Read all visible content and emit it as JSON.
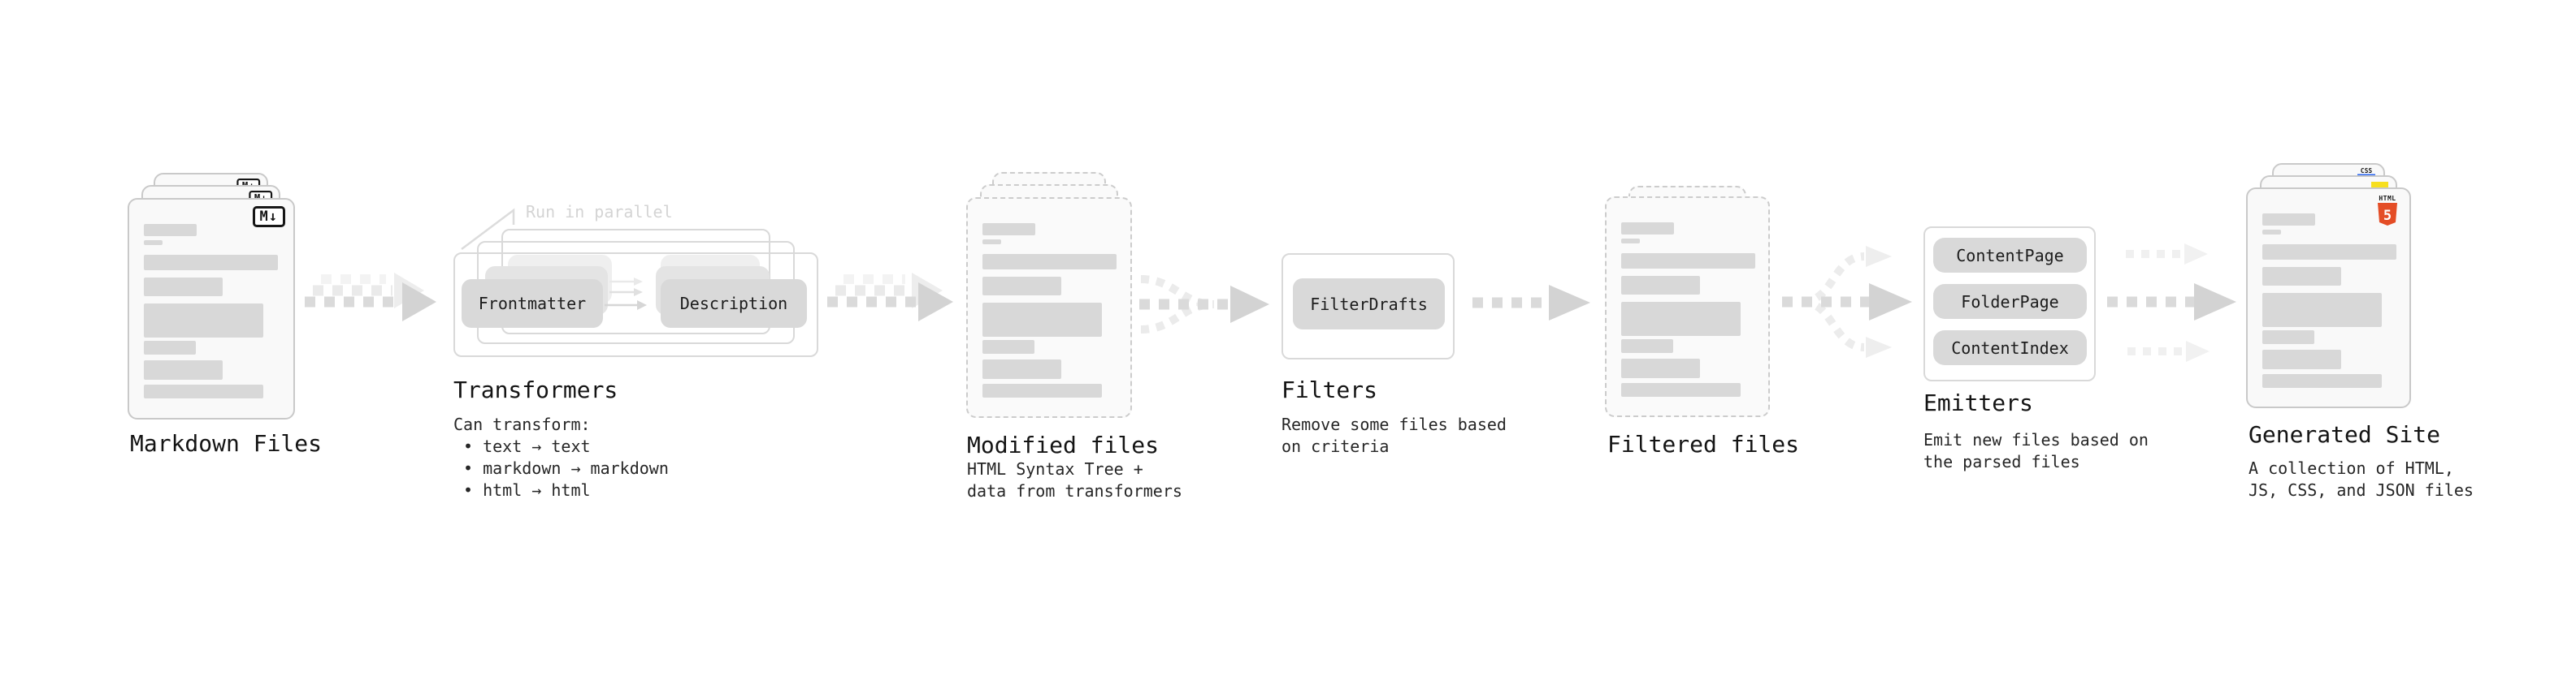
{
  "stages": {
    "markdown": {
      "title": "Markdown Files",
      "badge": "M↓"
    },
    "transformers": {
      "title": "Transformers",
      "annotation": "Run in parallel",
      "box1": "Frontmatter",
      "box2": "Description",
      "desc_heading": "Can transform:",
      "bullets": [
        "• text → text",
        "• markdown → markdown",
        "• html → html"
      ]
    },
    "modified": {
      "title": "Modified files",
      "desc": [
        "HTML Syntax Tree +",
        "data from transformers"
      ]
    },
    "filters": {
      "title": "Filters",
      "box1": "FilterDrafts",
      "desc": [
        "Remove some files based",
        "on criteria"
      ]
    },
    "filtered": {
      "title": "Filtered files"
    },
    "emitters": {
      "title": "Emitters",
      "boxes": [
        "ContentPage",
        "FolderPage",
        "ContentIndex"
      ],
      "desc": [
        "Emit new files based on",
        "the parsed files"
      ]
    },
    "generated": {
      "title": "Generated Site",
      "desc": [
        "A collection of HTML,",
        "JS, CSS, and JSON files"
      ],
      "html5_badge": {
        "label": "HTML",
        "number": "5"
      },
      "css_badge": "CSS"
    }
  },
  "colors": {
    "html5_orange": "#e44d26",
    "js_yellow": "#f7df1e",
    "css_blue": "#2965f1"
  }
}
